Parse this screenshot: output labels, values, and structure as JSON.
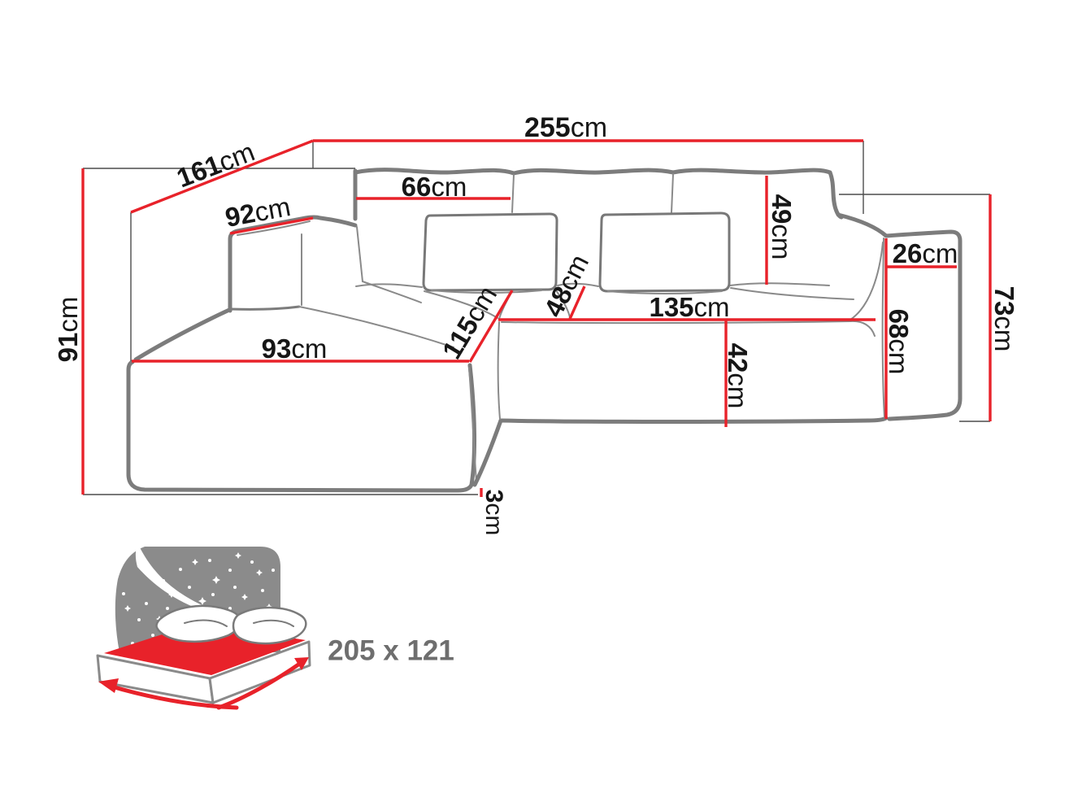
{
  "diagram": {
    "type": "corner-sofa-dimension-diagram",
    "unit": "cm",
    "colors": {
      "dimension_line": "#e8222a",
      "sketch_outline": "#7c7c7c",
      "label_text": "#161616",
      "icon_gray": "#8b8b8b",
      "sleeping_area_text": "#6e6e6e"
    },
    "dimensions": {
      "d255": {
        "value": "255",
        "unit": "cm"
      },
      "d161": {
        "value": "161",
        "unit": "cm"
      },
      "d92": {
        "value": "92",
        "unit": "cm"
      },
      "d66": {
        "value": "66",
        "unit": "cm"
      },
      "d49": {
        "value": "49",
        "unit": "cm"
      },
      "d26": {
        "value": "26",
        "unit": "cm"
      },
      "d73": {
        "value": "73",
        "unit": "cm"
      },
      "d68": {
        "value": "68",
        "unit": "cm"
      },
      "d91": {
        "value": "91",
        "unit": "cm"
      },
      "d93": {
        "value": "93",
        "unit": "cm"
      },
      "d115": {
        "value": "115",
        "unit": "cm"
      },
      "d48": {
        "value": "48",
        "unit": "cm"
      },
      "d135": {
        "value": "135",
        "unit": "cm"
      },
      "d42": {
        "value": "42",
        "unit": "cm"
      },
      "d3": {
        "value": "3",
        "unit": "cm"
      }
    },
    "sleeping_area": {
      "label": "205 x 121"
    }
  }
}
